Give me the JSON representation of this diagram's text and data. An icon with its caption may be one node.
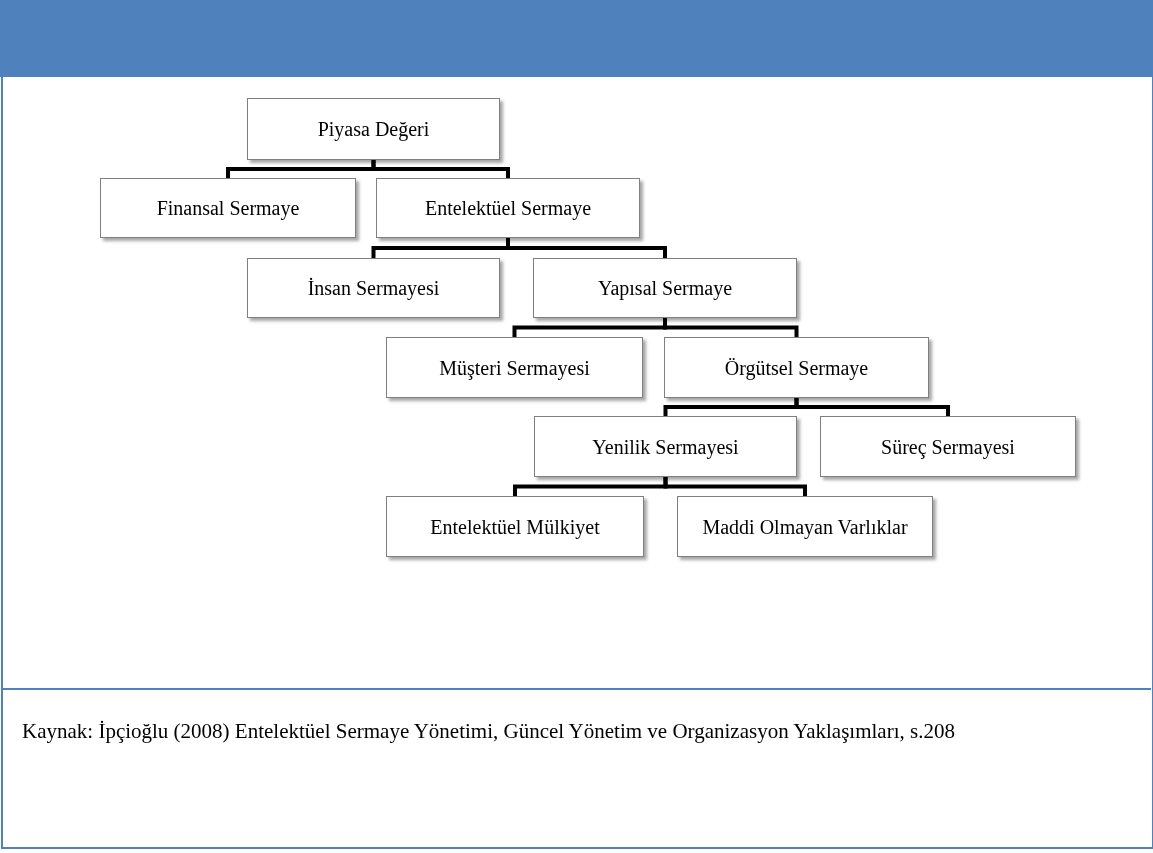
{
  "diagram": {
    "caption": "Kaynak: İpçioğlu (2008) Entelektüel Sermaye Yönetimi, Güncel Yönetim ve Organizasyon Yaklaşımları, s.208",
    "nodes": [
      {
        "text": [
          "Piyasa Değeri"
        ]
      },
      {
        "text": [
          "Finansal Sermaye"
        ]
      },
      {
        "text": [
          "Entelektüel Sermaye"
        ]
      },
      {
        "text": [
          "İnsan Sermayesi"
        ]
      },
      {
        "text": [
          "Yapısal Sermaye"
        ]
      },
      {
        "text": [
          "Müşteri Sermayesi"
        ]
      },
      {
        "text": [
          "Örgütsel Sermaye"
        ]
      },
      {
        "text": [
          "Yenilik Sermayesi"
        ]
      },
      {
        "text": [
          "Süreç Sermayesi"
        ]
      },
      {
        "text": [
          "Entelektüel Mülkiyet"
        ]
      },
      {
        "text": [
          "Maddi Olmayan Varlıklar"
        ]
      }
    ],
    "edges": [
      {
        "from": 0,
        "to": 1,
        "arrow": "none"
      },
      {
        "from": 0,
        "to": 2,
        "arrow": "none"
      },
      {
        "from": 2,
        "to": 3,
        "arrow": "none"
      },
      {
        "from": 2,
        "to": 4,
        "arrow": "none"
      },
      {
        "from": 4,
        "to": 5,
        "arrow": "none"
      },
      {
        "from": 4,
        "to": 6,
        "arrow": "none"
      },
      {
        "from": 6,
        "to": 7,
        "arrow": "none"
      },
      {
        "from": 6,
        "to": 8,
        "arrow": "none"
      },
      {
        "from": 7,
        "to": 9,
        "arrow": "none"
      },
      {
        "from": 7,
        "to": 10,
        "arrow": "none"
      }
    ]
  }
}
